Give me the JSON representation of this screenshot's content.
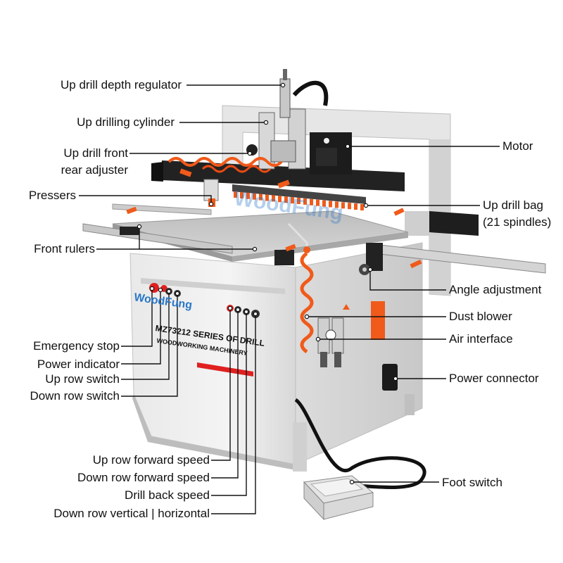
{
  "labels": {
    "up_drill_depth_regulator": "Up drill depth regulator",
    "up_drilling_cylinder": "Up drilling cylinder",
    "up_drill_front_rear_adjuster_line1": "Up drill front",
    "up_drill_front_rear_adjuster_line2": "rear adjuster",
    "pressers": "Pressers",
    "front_rulers": "Front rulers",
    "emergency_stop": "Emergency stop",
    "power_indicator": "Power indicator",
    "up_row_switch": "Up row switch",
    "down_row_switch": "Down row switch",
    "up_row_forward_speed": "Up row forward speed",
    "down_row_forward_speed": "Down row forward speed",
    "drill_back_speed": "Drill back speed",
    "down_row_vertical_horizontal": "Down row vertical | horizontal",
    "motor": "Motor",
    "up_drill_bag_line1": "Up drill bag",
    "up_drill_bag_line2": "(21 spindles)",
    "angle_adjustment": "Angle adjustment",
    "dust_blower": "Dust blower",
    "air_interface": "Air interface",
    "power_connector": "Power connector",
    "foot_switch": "Foot switch"
  },
  "machine": {
    "brand_watermark": "WoodFung",
    "panel_brand": "WoodFung",
    "model_line": "MZ73212 SERIES OF DRILL",
    "model_subline": "WOODWORKING MACHINERY"
  },
  "colors": {
    "machine_body": "#eeeeee",
    "frame": "#e4e4e4",
    "head_dark": "#222222",
    "accent_orange": "#f05a1a",
    "button_red": "#e02020",
    "brand_blue": "#2a78c8",
    "leader_line": "#111111"
  }
}
